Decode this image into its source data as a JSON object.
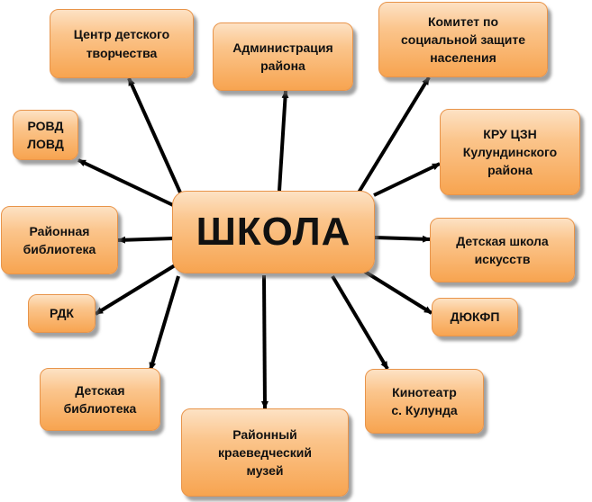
{
  "center": {
    "label": "ШКОЛА"
  },
  "nodes": [
    {
      "id": "art-center",
      "label": "Центр детского\nтворчества"
    },
    {
      "id": "admin",
      "label": "Администрация\nрайона"
    },
    {
      "id": "social",
      "label": "Комитет по\nсоциальной защите\nнаселения"
    },
    {
      "id": "police",
      "label": "РОВД\nЛОВД"
    },
    {
      "id": "kru",
      "label": "КРУ ЦЗН\nКулундинского\nрайона"
    },
    {
      "id": "library",
      "label": "Районная\nбиблиотека"
    },
    {
      "id": "art-school",
      "label": "Детская школа\nискусств"
    },
    {
      "id": "rdk",
      "label": "РДК"
    },
    {
      "id": "dyukfp",
      "label": "ДЮКФП"
    },
    {
      "id": "kids-library",
      "label": "Детская\nбиблиотека"
    },
    {
      "id": "cinema",
      "label": "Кинотеатр\nс. Кулунда"
    },
    {
      "id": "museum",
      "label": "Районный\nкраеведческий\nмузей"
    }
  ]
}
